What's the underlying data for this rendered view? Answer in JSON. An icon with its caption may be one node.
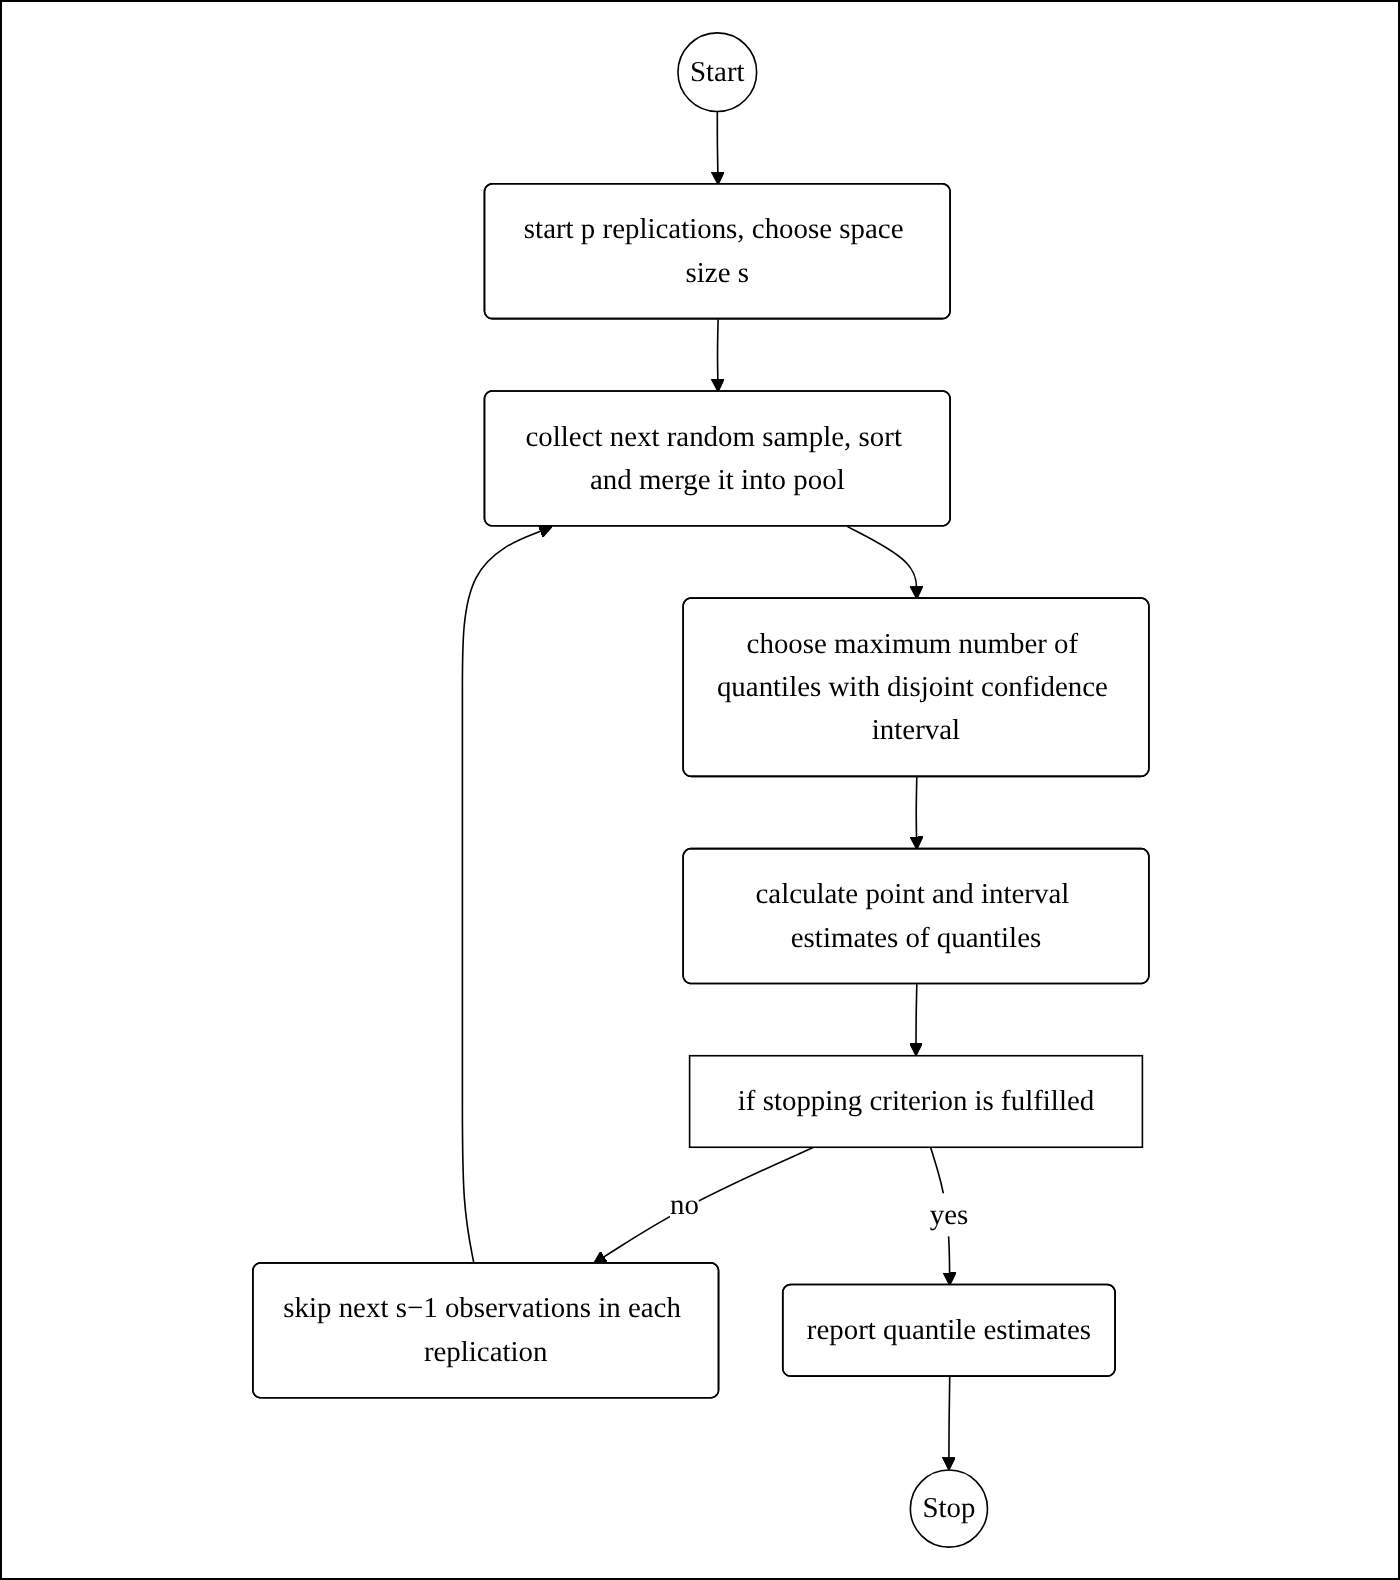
{
  "diagram": {
    "nodes": [
      {
        "text": [
          "Start"
        ]
      },
      {
        "text": [
          "start p replications, choose space size s"
        ]
      },
      {
        "text": [
          "collect next random sample, sort and merge it into pool"
        ]
      },
      {
        "text": [
          "choose maximum number of quantiles with disjoint confidence interval"
        ]
      },
      {
        "text": [
          "skip next s−1 observations in each replication"
        ]
      },
      {
        "text": [
          "calculate point and interval estimates of quantiles"
        ]
      },
      {
        "text": [
          "if stopping criterion is fulfilled"
        ]
      },
      {
        "text": [
          "Stop"
        ]
      },
      {
        "text": [
          "report quantile estimates"
        ]
      }
    ],
    "edges": [
      {
        "from": 0,
        "to": 1,
        "arrow": "to"
      },
      {
        "from": 1,
        "to": 2,
        "arrow": "to"
      },
      {
        "from": 2,
        "to": 3,
        "arrow": "to"
      },
      {
        "from": 3,
        "to": 5,
        "arrow": "to"
      },
      {
        "from": 5,
        "to": 6,
        "arrow": "to"
      },
      {
        "from": 6,
        "to": 4,
        "arrow": "to",
        "label": "no"
      },
      {
        "from": 4,
        "to": 2,
        "arrow": "to"
      },
      {
        "from": 6,
        "to": 8,
        "arrow": "to",
        "label": "yes"
      },
      {
        "from": 8,
        "to": 7,
        "arrow": "to"
      }
    ]
  }
}
